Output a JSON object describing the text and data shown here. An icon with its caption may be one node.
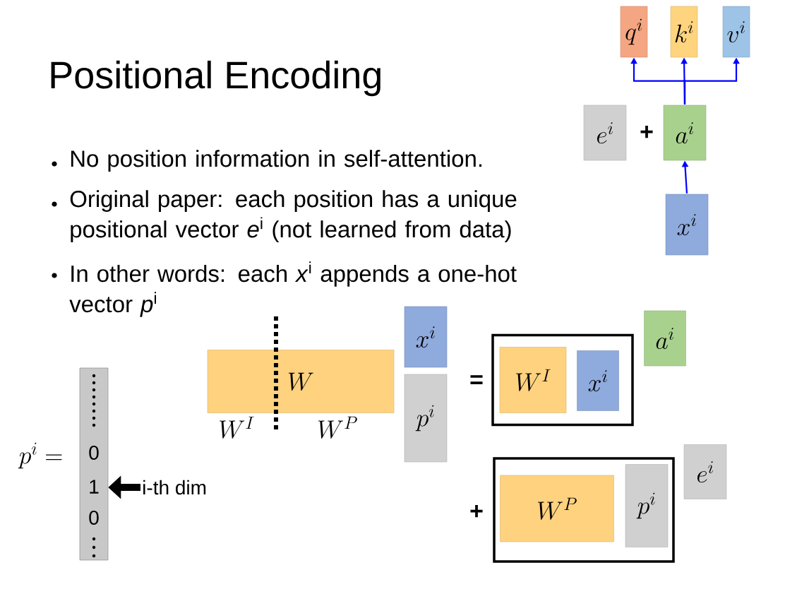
{
  "diagram": {
    "title": "Positional Encoding",
    "nodes": [
      {
        "text": [
          "q^{i}"
        ]
      },
      {
        "text": [
          "k^{i}"
        ]
      },
      {
        "text": [
          "v^{i}"
        ]
      },
      {
        "text": [
          "e^{i}"
        ]
      },
      {
        "text": [
          "a^{i}"
        ]
      },
      {
        "text": [
          "x^{i}"
        ]
      },
      {
        "text": [
          "0",
          "1",
          "0"
        ]
      },
      {
        "text": [
          "i-th dim"
        ]
      },
      {
        "text": [
          "W"
        ],
        "beside": [
          "W^{I}",
          "W^{P}"
        ]
      },
      {
        "text": [
          "x^{i}"
        ]
      },
      {
        "text": [
          "p^{i}"
        ]
      },
      {
        "text": [],
        "shape": "box"
      },
      {
        "text": [
          "W^{I}"
        ],
        "in": 11
      },
      {
        "text": [
          "x^{i}"
        ],
        "in": 11
      },
      {
        "text": [
          "a^{i}"
        ]
      },
      {
        "text": [],
        "shape": "box"
      },
      {
        "text": [
          "W^{P}"
        ],
        "in": 15
      },
      {
        "text": [
          "p^{i}"
        ],
        "in": 15
      },
      {
        "text": [
          "e^{i}"
        ]
      }
    ],
    "edges": [
      {
        "from": 4,
        "to": 0,
        "arrow": "to"
      },
      {
        "from": 4,
        "to": 1,
        "arrow": "to"
      },
      {
        "from": 4,
        "to": 2,
        "arrow": "to"
      },
      {
        "from": 5,
        "to": 4,
        "arrow": "to"
      },
      {
        "from": 7,
        "to": 6,
        "arrow": "to",
        "style": "thick",
        "color": "#000000"
      }
    ],
    "labels": [
      "No position information in self-attention.",
      "Original paper: each position has a unique positional vector *e*$^{i}$ (not learned from data)",
      "In other words: each *x*$^{i}$ appends a one-hot vector *p*$^{i}$",
      "+",
      "p^{i} =",
      "=",
      "+"
    ]
  }
}
